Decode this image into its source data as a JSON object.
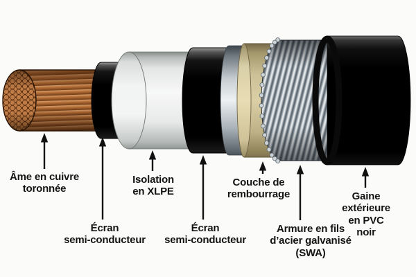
{
  "diagram": {
    "type": "armoured-power-cable-cutaway",
    "background": "#fbfbf9",
    "text_color": "#141414",
    "labels": [
      {
        "target": "copper-core",
        "text": "Âme en cuivre\ntoronnée"
      },
      {
        "target": "inner-semiconductor-screen",
        "text": "Écran\nsemi-conducteur"
      },
      {
        "target": "xlpe-insulation",
        "text": "Isolation\nen XLPE"
      },
      {
        "target": "outer-semiconductor-screen",
        "text": "Écran\nsemi-conducteur"
      },
      {
        "target": "bedding",
        "text": "Couche de\nrembourrage"
      },
      {
        "target": "steel-wire-armour",
        "text": "Armure en fils\nd’acier galvanisé\n(SWA)"
      },
      {
        "target": "pvc-outer-sheath",
        "text": "Gaine extérieure\nen PVC noir"
      }
    ],
    "layer_colors": {
      "copper_core": "#b5713f",
      "semiconductor_screen": "#0b0b0b",
      "xlpe_insulation": "#f2f4f3",
      "metallic_screen": "#c7ced2",
      "bedding": "#d7cba1",
      "steel_armour": "#c4cbd1",
      "pvc_sheath": "#0c0c0c"
    }
  }
}
